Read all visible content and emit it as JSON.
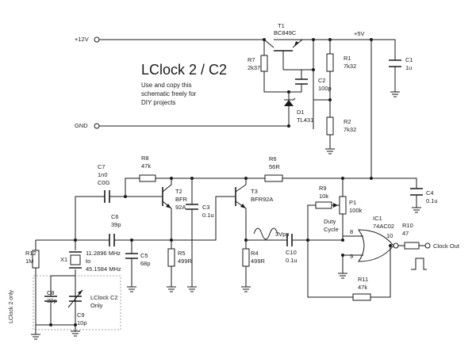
{
  "title": "LClock 2 / C2",
  "note": [
    "Use and copy this",
    "schematic freely for",
    "DIY projects"
  ],
  "rails": {
    "v12": "+12V",
    "v5": "+5V",
    "gnd": "GND"
  },
  "components": {
    "T1": {
      "ref": "T1",
      "value": "BC849C"
    },
    "R7": {
      "ref": "R7",
      "value": "2k37"
    },
    "C2": {
      "ref": "C2",
      "value": "100p"
    },
    "D1": {
      "ref": "D1",
      "value": "TL431"
    },
    "R1": {
      "ref": "R1",
      "value": "7k32"
    },
    "R2": {
      "ref": "R2",
      "value": "7k32"
    },
    "C1": {
      "ref": "C1",
      "value": "1u"
    },
    "C7": {
      "ref": "C7",
      "value": "1n0",
      "type": "C0G"
    },
    "R8": {
      "ref": "R8",
      "value": "47k"
    },
    "T2": {
      "ref": "T2",
      "value": "BFR",
      "value2": "92A"
    },
    "C3": {
      "ref": "C3",
      "value": "0.1u"
    },
    "T3": {
      "ref": "T3",
      "value": "BFR92A"
    },
    "R6": {
      "ref": "R6",
      "value": "56R"
    },
    "C4": {
      "ref": "C4",
      "value": "0.1u"
    },
    "C6": {
      "ref": "C6",
      "value": "39p"
    },
    "R5": {
      "ref": "R5",
      "value": "499R"
    },
    "C5": {
      "ref": "C5",
      "value": "68p"
    },
    "R4": {
      "ref": "R4",
      "value": "499R"
    },
    "R12": {
      "ref": "R12",
      "value": "1M"
    },
    "X1": {
      "ref": "X1",
      "freq1": "11.2896 MHz",
      "to": "to",
      "freq2": "45.1584 MHz"
    },
    "C8": {
      "ref": "C8",
      "value": "39p"
    },
    "C9": {
      "ref": "C9",
      "value": "10p"
    },
    "R9": {
      "ref": "R9",
      "value": "10k"
    },
    "P1": {
      "ref": "P1",
      "value": "100k"
    },
    "C10": {
      "ref": "C10",
      "value": "0.1u"
    },
    "IC1": {
      "ref": "IC1",
      "value": "74AC02"
    },
    "R10": {
      "ref": "R10",
      "value": "47"
    },
    "R11": {
      "ref": "R11",
      "value": "47k"
    }
  },
  "labels": {
    "vpp": "3Vpp",
    "duty": "Duty",
    "cycle": "Cycle",
    "clock_out": "Clock Out",
    "lclock2_only": "LClock 2 only",
    "lclock_c2": "LClock C2",
    "lclock_c2_only": "Only",
    "pin8": "8",
    "pin9": "9",
    "pin10": "10"
  }
}
